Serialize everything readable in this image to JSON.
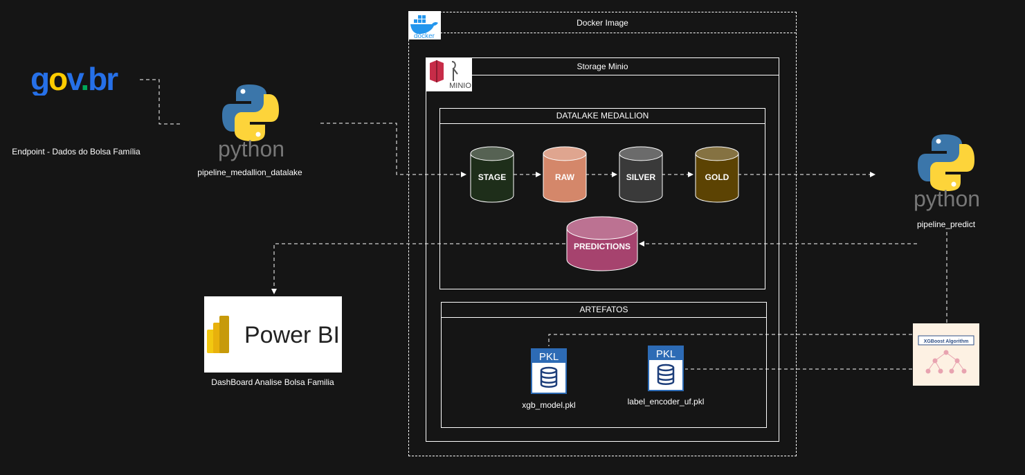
{
  "source": {
    "logo_text": "gov.br",
    "label": "Endpoint - Dados do Bolsa Família"
  },
  "pipeline_ingest": {
    "logo_word": "python",
    "label": "pipeline_medallion_datalake"
  },
  "docker": {
    "logo_word": "docker",
    "title": "Docker Image"
  },
  "minio": {
    "logo_word": "MINIO",
    "title": "Storage Minio"
  },
  "datalake": {
    "title": "DATALAKE MEDALLION",
    "layers": [
      {
        "name": "STAGE",
        "color": "#1e2e1a"
      },
      {
        "name": "RAW",
        "color": "#d4876a"
      },
      {
        "name": "SILVER",
        "color": "#3a3a3a"
      },
      {
        "name": "GOLD",
        "color": "#5c4303"
      }
    ],
    "predictions": {
      "name": "PREDICTIONS",
      "color": "#a6436e"
    }
  },
  "artefatos": {
    "title": "ARTEFATOS",
    "files": [
      {
        "badge": "PKL",
        "label": "xgb_model.pkl"
      },
      {
        "badge": "PKL",
        "label": "label_encoder_uf.pkl"
      }
    ]
  },
  "pipeline_predict": {
    "logo_word": "python",
    "label": "pipeline_predict"
  },
  "xgboost": {
    "title": "XGBoost Algorithm"
  },
  "powerbi": {
    "logo_text": "Power BI",
    "label": "DashBoard Analise Bolsa Familia"
  }
}
